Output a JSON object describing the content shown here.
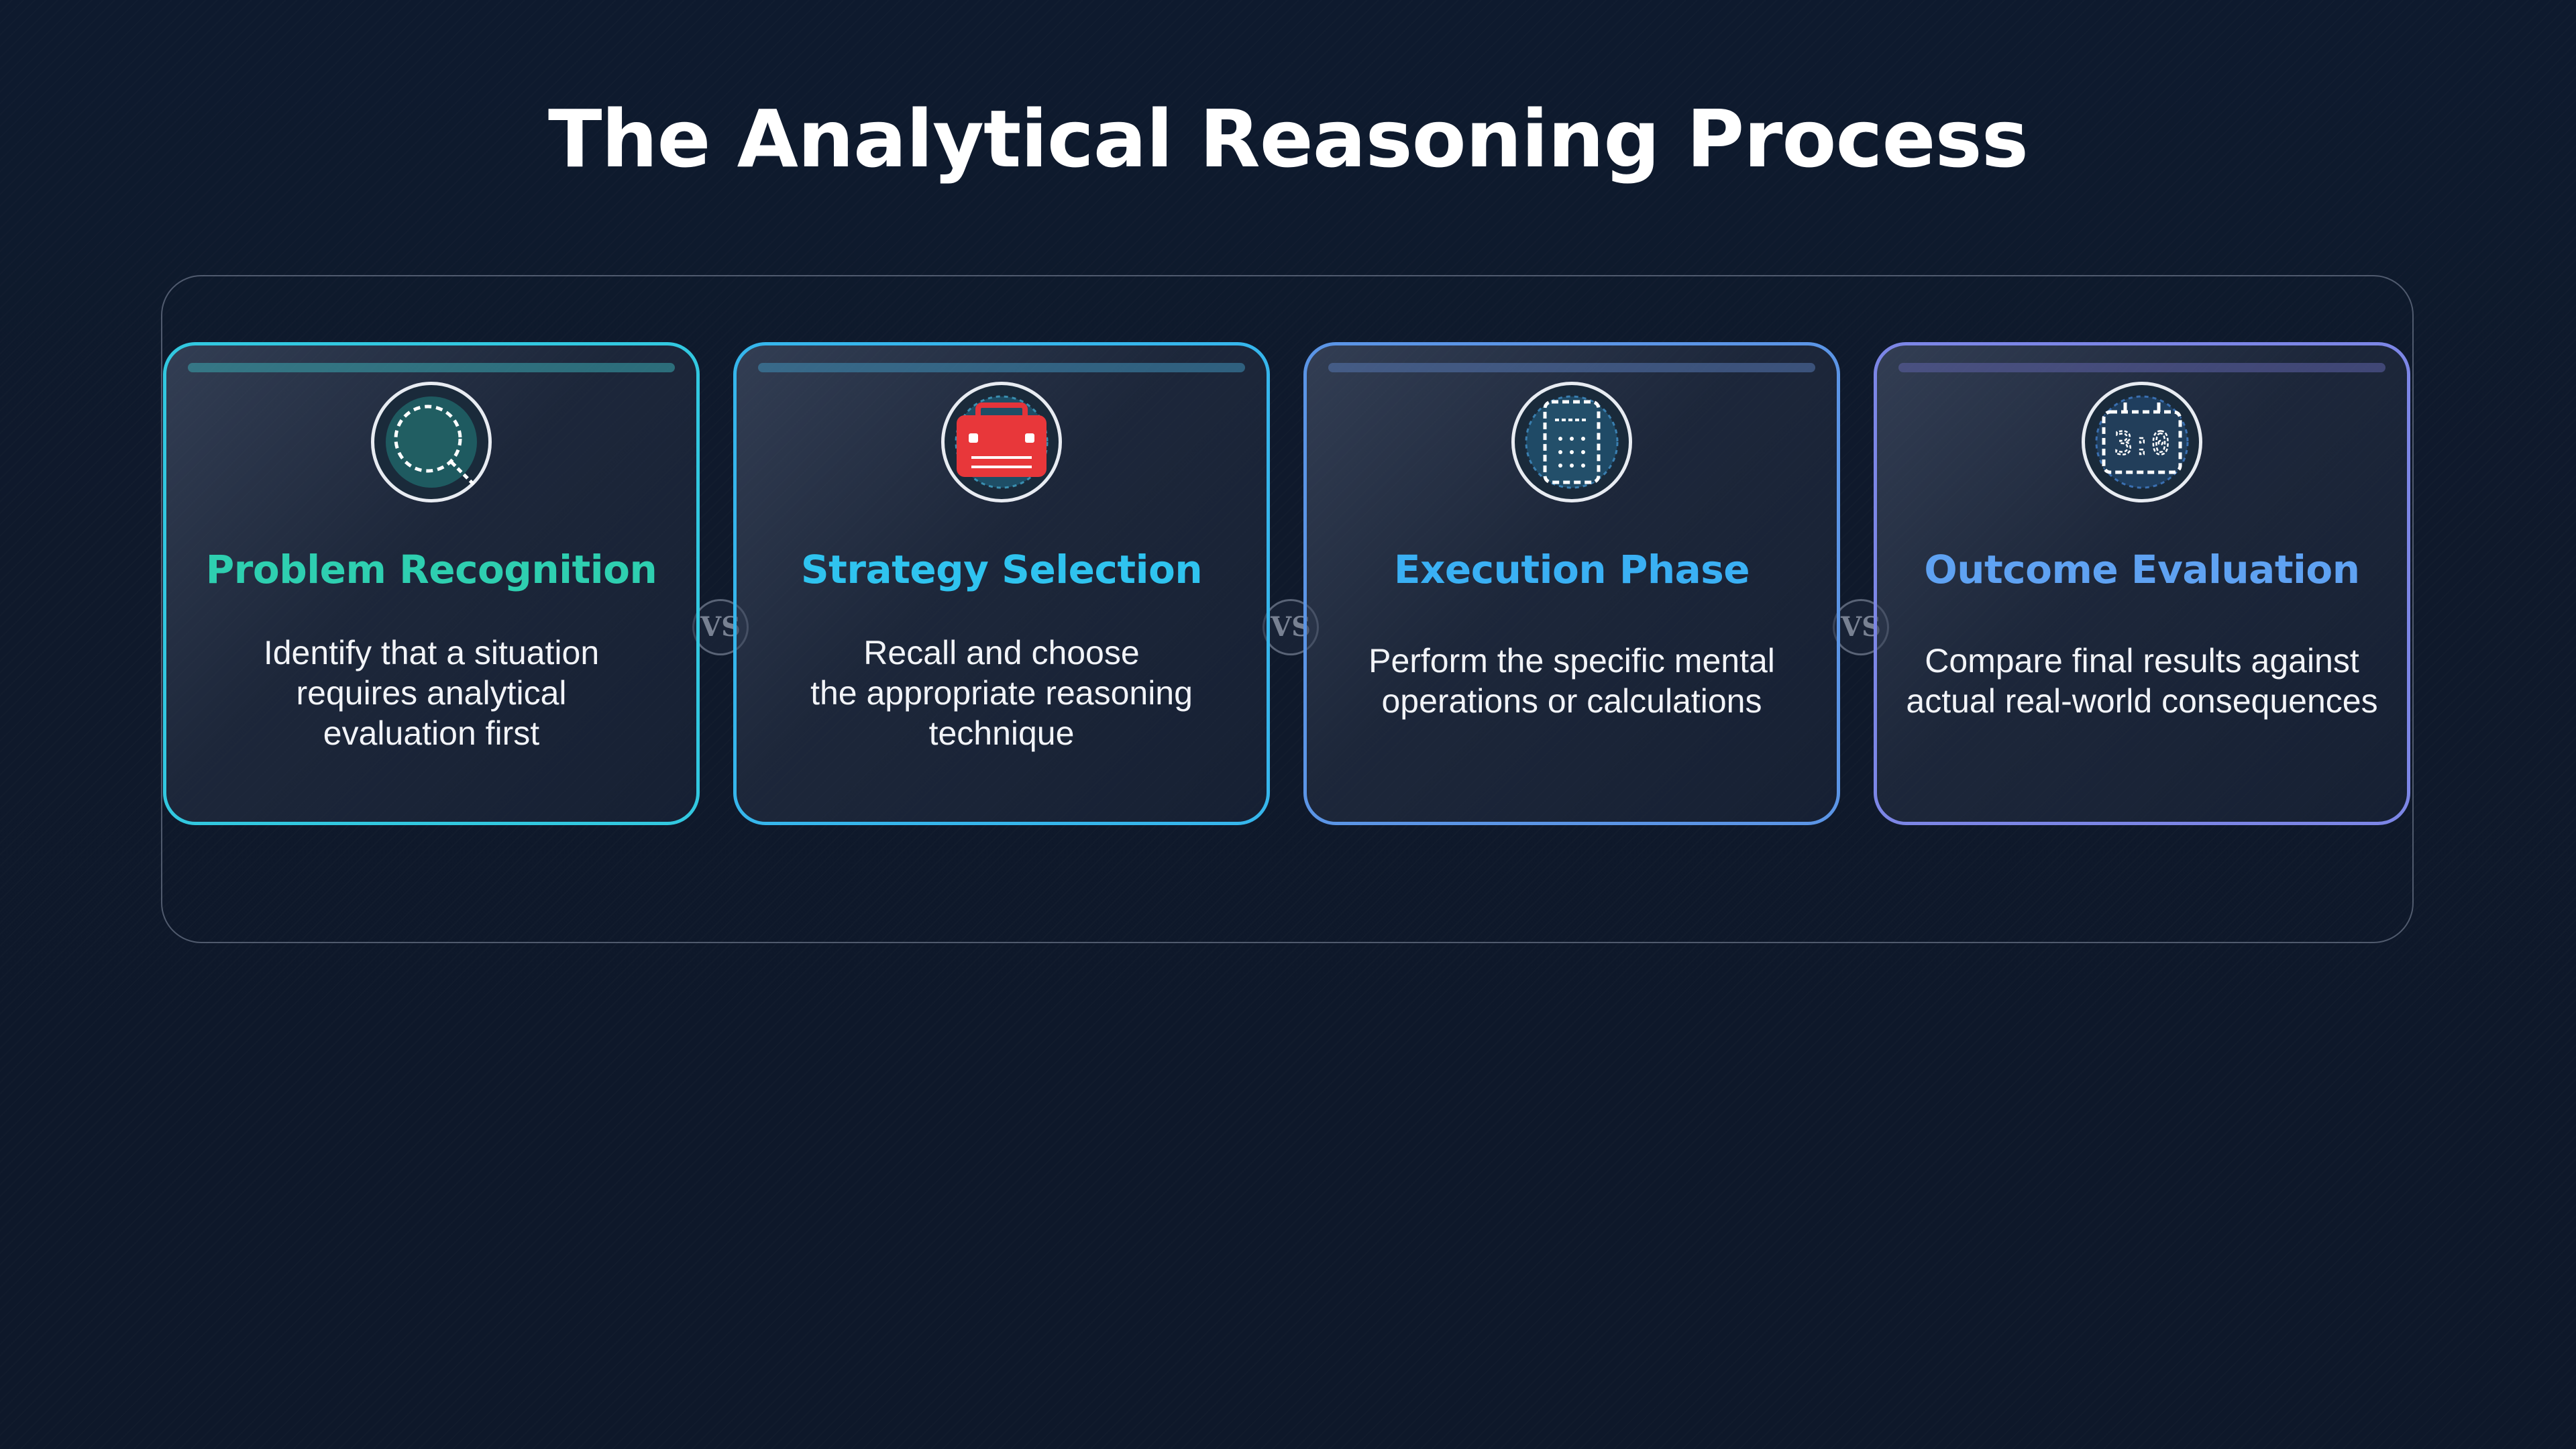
{
  "title": "The Analytical Reasoning Process",
  "connector_label": "VS",
  "steps": [
    {
      "title": "Problem Recognition",
      "description": [
        "Identify that a situation",
        "requires analytical",
        "evaluation first"
      ],
      "icon": "magnifying-glass-icon",
      "color": "#2ecfb0",
      "border_color": "#32c8e0",
      "bar_color": "#3aa7b0"
    },
    {
      "title": "Strategy Selection",
      "description": [
        "Recall and choose",
        "the appropriate reasoning",
        "technique"
      ],
      "icon": "toolbox-icon",
      "color": "#2fc3ef",
      "border_color": "#36b6ec",
      "bar_color": "#3f8fb8"
    },
    {
      "title": "Execution Phase",
      "description": [
        "Perform the specific mental",
        "operations or calculations"
      ],
      "icon": "calculator-icon",
      "color": "#3ab0f4",
      "border_color": "#5b95e6",
      "bar_color": "#5577b0"
    },
    {
      "title": "Outcome Evaluation",
      "description": [
        "Compare final results against",
        "actual real-world consequences"
      ],
      "icon": "scoreboard-icon",
      "color": "#5fa2f2",
      "border_color": "#7c86e6",
      "bar_color": "#5f63a8"
    }
  ]
}
